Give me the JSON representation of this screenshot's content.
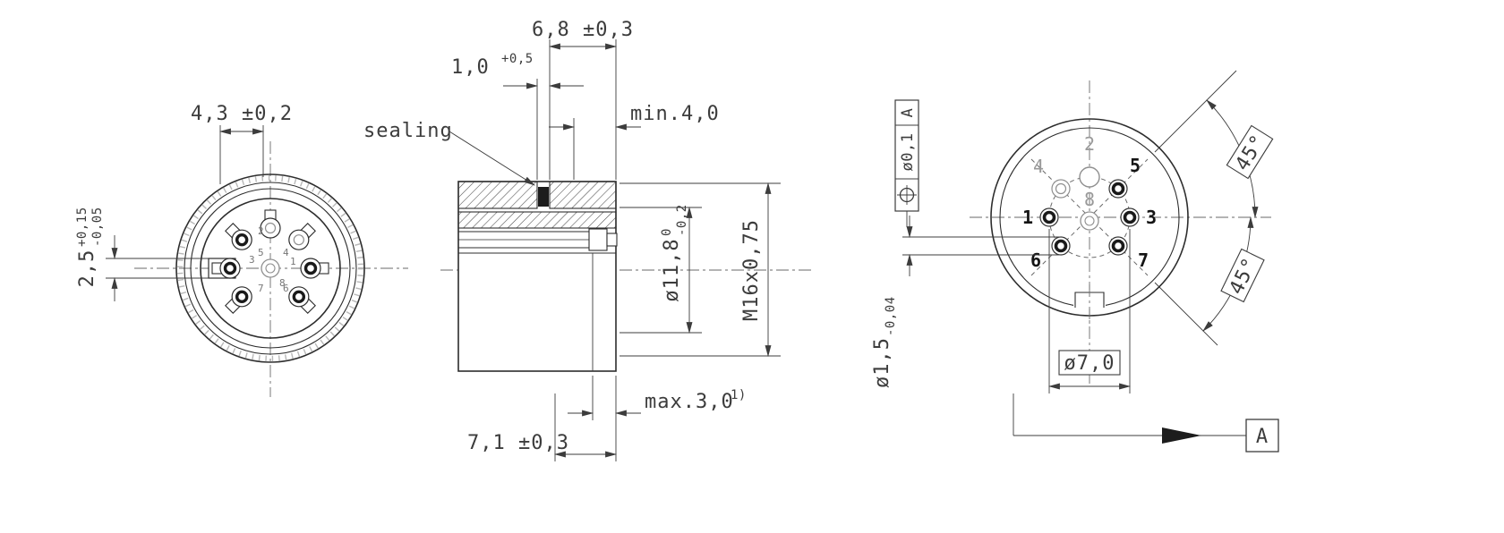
{
  "drawing": {
    "background": "#ffffff",
    "line_color": "#2d2d2d",
    "dim_color": "#3c3c3c",
    "muted_color": "#9a9a9a",
    "seal_color": "#1c1c1c"
  },
  "rear_view": {
    "dim_tab_width": "4,3 ±0,2",
    "dim_keyway_height": {
      "value": "2,5",
      "tol_upper": "+0,15",
      "tol_lower": "-0,05"
    },
    "pins": {
      "p1": "1",
      "p2": "2",
      "p3": "3",
      "p4": "4",
      "p5": "5",
      "p6": "6",
      "p7": "7",
      "p8": "8"
    }
  },
  "section_view": {
    "dim_seal_groove": {
      "value": "1,0",
      "tol_upper": "+0,5"
    },
    "dim_front_length": "6,8 ±0,3",
    "dim_thread_min": "min.4,0",
    "sealing_label": "sealing",
    "dim_inner_dia": {
      "value": "ø11,8",
      "tol_upper": "0",
      "tol_lower": "-0,2"
    },
    "dim_thread": "M16x0,75",
    "dim_wrench_max": {
      "value": "max.3,0",
      "footnote": "1)"
    },
    "dim_body_length": "7,1 ±0,3"
  },
  "front_view": {
    "position_tolerance": {
      "symbol": "position-symbol",
      "tolerance": "ø0,1",
      "datum": "A"
    },
    "dim_pin_dia": {
      "value": "ø1,5",
      "tol_lower": "-0,04"
    },
    "dim_pitch_circle": "ø7,0",
    "angle_upper": "45°",
    "angle_lower": "45°",
    "datum_label": "A",
    "pins": {
      "p1": "1",
      "p2": "2",
      "p3": "3",
      "p4": "4",
      "p5": "5",
      "p6": "6",
      "p7": "7",
      "p8": "8"
    }
  }
}
